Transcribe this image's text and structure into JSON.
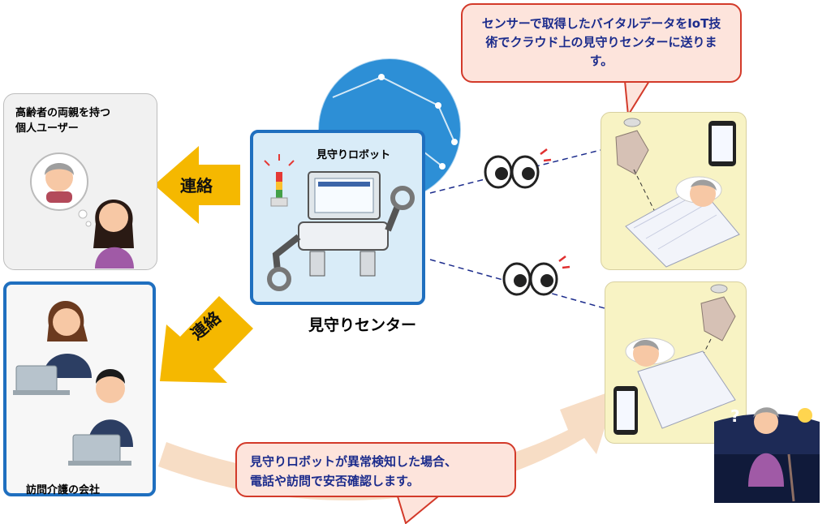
{
  "users_box": {
    "label": "高齢者の両親を持つ\n個人ユーザー"
  },
  "care_box": {
    "label": "訪問介護の会社"
  },
  "robot_box": {
    "label": "見守りロボット"
  },
  "center_label": "見守りセンター",
  "arrow_top": {
    "label": "連絡"
  },
  "arrow_bottom": {
    "label": "連絡"
  },
  "bubble_top": {
    "text": "センサーで取得したバイタルデータをIoT技術でクラウド上の見守りセンターに送ります。"
  },
  "bubble_bottom": {
    "text": "見守りロボットが異常検知した場合、\n電話や訪問で安否確認します。"
  },
  "colors": {
    "blue_border": "#1f6fbf",
    "panel_blue": "#d9ecf8",
    "panel_yellow": "#f8f3c4",
    "arrow_yellow": "#f5b800",
    "bubble_fill": "#fde4dc",
    "bubble_border": "#d33a2a"
  }
}
